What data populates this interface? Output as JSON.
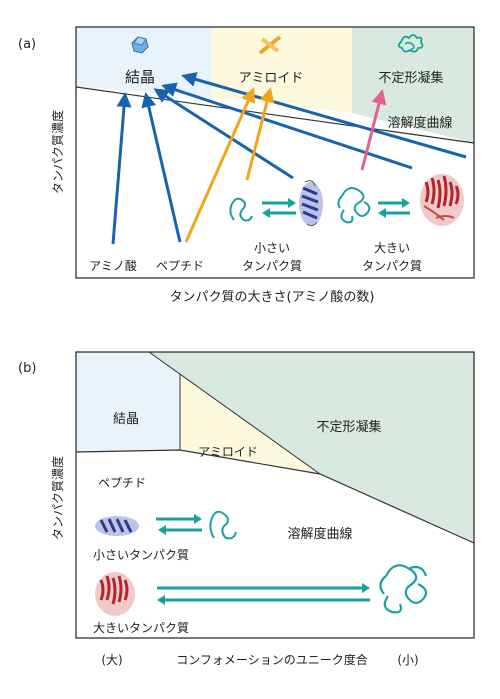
{
  "panel_a": {
    "label": "(a)",
    "y_axis": "タンパク質濃度",
    "x_axis": "タンパク質の大きさ(アミノ酸の数)",
    "regions": {
      "crystal": "結晶",
      "amyloid": "アミロイド",
      "aggregate": "不定形凝集"
    },
    "solubility_curve": "溶解度曲線",
    "species": {
      "amino_acid": "アミノ酸",
      "peptide": "ペプチド",
      "small_protein_1": "小さい",
      "small_protein_2": "タンパク質",
      "large_protein_1": "大きい",
      "large_protein_2": "タンパク質"
    }
  },
  "panel_b": {
    "label": "(b)",
    "y_axis": "タンパク質濃度",
    "regions": {
      "crystal": "結晶",
      "amyloid": "アミロイド",
      "aggregate": "不定形凝集"
    },
    "solubility_curve": "溶解度曲線",
    "species": {
      "peptide": "ペプチド",
      "small_protein": "小さいタンパク質",
      "large_protein": "大きいタンパク質"
    },
    "x_axis": {
      "left": "(大)",
      "middle": "コンフォメーションのユニーク度合",
      "right": "(小)"
    }
  },
  "colors": {
    "crystal_bg": "#e8f3fb",
    "amyloid_bg": "#fcf9df",
    "aggregate_bg": "#d8eadf",
    "blue_arrow": "#1764ad",
    "orange_arrow": "#f1a51f",
    "pink_arrow": "#e4608f",
    "teal": "#1aa0a0"
  },
  "icons": [
    "crystal-icon",
    "amyloid-icon",
    "aggregate-icon",
    "unfolded-chain-icon",
    "folded-beta-protein-icon",
    "large-folded-protein-icon"
  ]
}
